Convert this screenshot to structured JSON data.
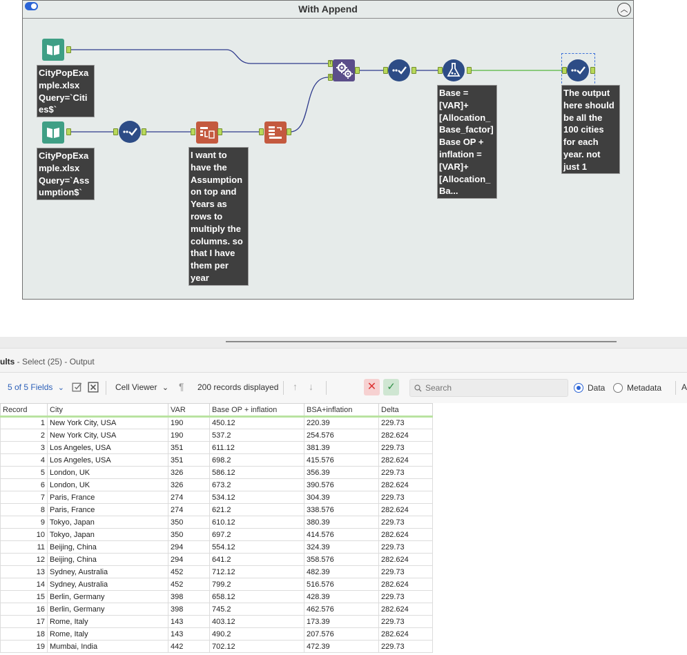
{
  "canvas": {
    "container_title": "With Append",
    "annotations": {
      "input1": "CityPopExa\nmple.xlsx\nQuery=`Citi\nes$`",
      "input2": "CityPopExa\nmple.xlsx\nQuery=`Ass\numption$`",
      "crosstab": "I want to\nhave the\nAssumption\non top and\nYears as\nrows to\nmultiply the\ncolumns. so\nthat I have\nthem per\nyear",
      "formula": "Base =\n[VAR]+\n[Allocation_\nBase_factor]\nBase OP +\ninflation =\n[VAR]+\n[Allocation_\nBa...",
      "output": "The output\nhere should\nbe all the\n100 cities\nfor each\nyear. not\njust 1"
    },
    "append_anchor_labels": {
      "target": "T",
      "source": "S"
    }
  },
  "results": {
    "title_prefix": "ults",
    "title_rest": " - Select (25) - Output",
    "fields": "5 of 5 Fields",
    "cell_viewer": "Cell Viewer",
    "records_displayed": "200 records displayed",
    "search_placeholder": "Search",
    "radio_data": "Data",
    "radio_metadata": "Metadata",
    "trailing_char": "A"
  },
  "table": {
    "columns": [
      "Record",
      "City",
      "VAR",
      "Base OP + inflation",
      "BSA+inflation",
      "Delta"
    ],
    "rows": [
      [
        "1",
        "New York City, USA",
        "190",
        "450.12",
        "220.39",
        "229.73"
      ],
      [
        "2",
        "New York City, USA",
        "190",
        "537.2",
        "254.576",
        "282.624"
      ],
      [
        "3",
        "Los Angeles, USA",
        "351",
        "611.12",
        "381.39",
        "229.73"
      ],
      [
        "4",
        "Los Angeles, USA",
        "351",
        "698.2",
        "415.576",
        "282.624"
      ],
      [
        "5",
        "London, UK",
        "326",
        "586.12",
        "356.39",
        "229.73"
      ],
      [
        "6",
        "London, UK",
        "326",
        "673.2",
        "390.576",
        "282.624"
      ],
      [
        "7",
        "Paris, France",
        "274",
        "534.12",
        "304.39",
        "229.73"
      ],
      [
        "8",
        "Paris, France",
        "274",
        "621.2",
        "338.576",
        "282.624"
      ],
      [
        "9",
        "Tokyo, Japan",
        "350",
        "610.12",
        "380.39",
        "229.73"
      ],
      [
        "10",
        "Tokyo, Japan",
        "350",
        "697.2",
        "414.576",
        "282.624"
      ],
      [
        "11",
        "Beijing, China",
        "294",
        "554.12",
        "324.39",
        "229.73"
      ],
      [
        "12",
        "Beijing, China",
        "294",
        "641.2",
        "358.576",
        "282.624"
      ],
      [
        "13",
        "Sydney, Australia",
        "452",
        "712.12",
        "482.39",
        "229.73"
      ],
      [
        "14",
        "Sydney, Australia",
        "452",
        "799.2",
        "516.576",
        "282.624"
      ],
      [
        "15",
        "Berlin, Germany",
        "398",
        "658.12",
        "428.39",
        "229.73"
      ],
      [
        "16",
        "Berlin, Germany",
        "398",
        "745.2",
        "462.576",
        "282.624"
      ],
      [
        "17",
        "Rome, Italy",
        "143",
        "403.12",
        "173.39",
        "229.73"
      ],
      [
        "18",
        "Rome, Italy",
        "143",
        "490.2",
        "207.576",
        "282.624"
      ],
      [
        "19",
        "Mumbai, India",
        "442",
        "702.12",
        "472.39",
        "229.73"
      ]
    ]
  },
  "colors": {
    "input_tool": "#3f9f85",
    "select_tool": "#2d4c86",
    "crosstab_tool": "#c4593f",
    "append_tool": "#5b4e8a",
    "wire_blue": "#2e3a8c",
    "wire_green": "#6bbf59",
    "annotation_bg": "#3f3f3f"
  },
  "icons": [
    "toggle-icon",
    "collapse-icon",
    "book-icon",
    "check-icon",
    "crosstab-icon",
    "transpose-icon",
    "gears-icon",
    "flask-icon",
    "chevron-down-icon",
    "pilcrow-icon",
    "up-arrow-icon",
    "down-arrow-icon",
    "close-icon",
    "check-icon",
    "search-icon"
  ]
}
